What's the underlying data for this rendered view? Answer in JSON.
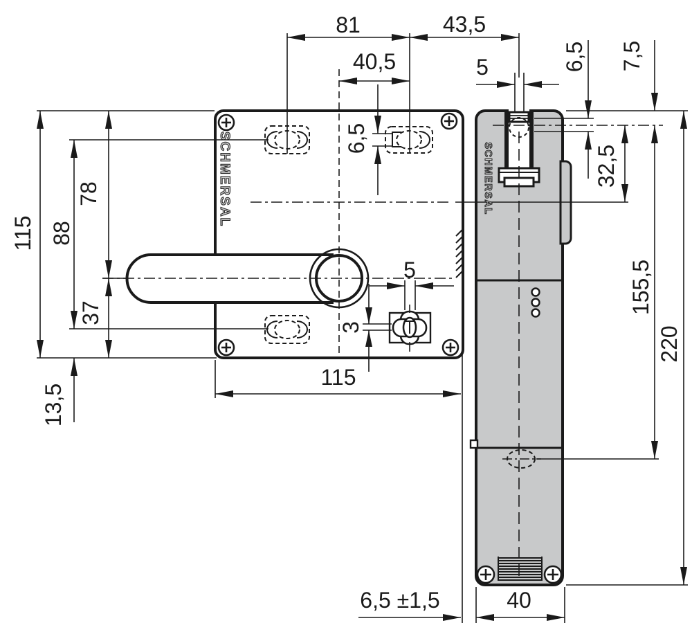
{
  "drawing": {
    "brand": "SCHMERSAL",
    "colors": {
      "line": "#1a1a1a",
      "body_fill": "#c8c9ca",
      "background": "#ffffff"
    },
    "icons": {
      "screw": "phillips-screw-icon",
      "led": "led-indicator-icon"
    },
    "dims": {
      "d81": "81",
      "d43_5": "43,5",
      "d40_5": "40,5",
      "d5_head": "5",
      "d6_5_slot": "6,5",
      "d115_left": "115",
      "d88": "88",
      "d78": "78",
      "d37": "37",
      "d13_5": "13,5",
      "d5_lock": "5",
      "d3": "3",
      "d6_5_head": "6,5",
      "d7_5": "7,5",
      "d32_5": "32,5",
      "d155_5": "155,5",
      "d220": "220",
      "d115_bottom": "115",
      "d6_5_gap": "6,5 ±1,5",
      "d40": "40"
    }
  }
}
